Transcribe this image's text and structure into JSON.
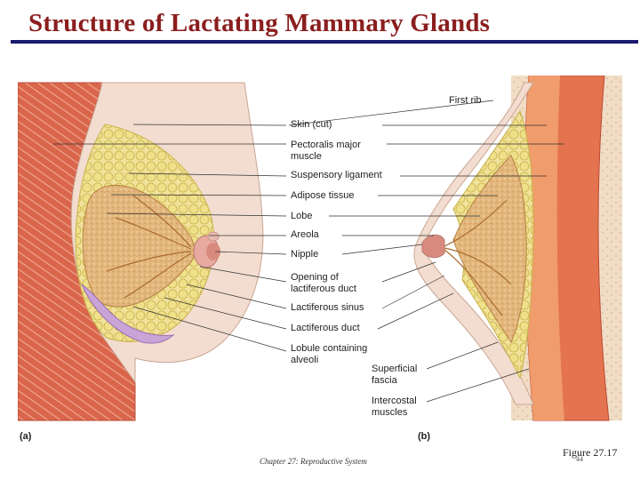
{
  "slide": {
    "title": "Structure of Lactating Mammary Glands",
    "footer": "Chapter 27: Reproductive System",
    "figure_ref": "Figure 27.17",
    "page_number": "44"
  },
  "figure": {
    "panel_a": "(a)",
    "panel_b": "(b)",
    "labels": {
      "first_rib": "First rib",
      "skin": "Skin (cut)",
      "pectoralis_1": "Pectoralis major",
      "pectoralis_2": "muscle",
      "suspensory": "Suspensory ligament",
      "adipose": "Adipose tissue",
      "lobe": "Lobe",
      "areola": "Areola",
      "nipple": "Nipple",
      "opening_1": "Opening of",
      "opening_2": "lactiferous duct",
      "sinus": "Lactiferous sinus",
      "duct": "Lactiferous duct",
      "lobule_1": "Lobule containing",
      "lobule_2": "alveoli",
      "fascia_1": "Superficial",
      "fascia_2": "fascia",
      "intercostal_1": "Intercostal",
      "intercostal_2": "muscles"
    },
    "colors": {
      "muscle": "#d9654a",
      "skin": "#f3ddd0",
      "adipose": "#efe08a",
      "gland": "#e2b67c",
      "fascia": "#c9a4d6"
    }
  }
}
